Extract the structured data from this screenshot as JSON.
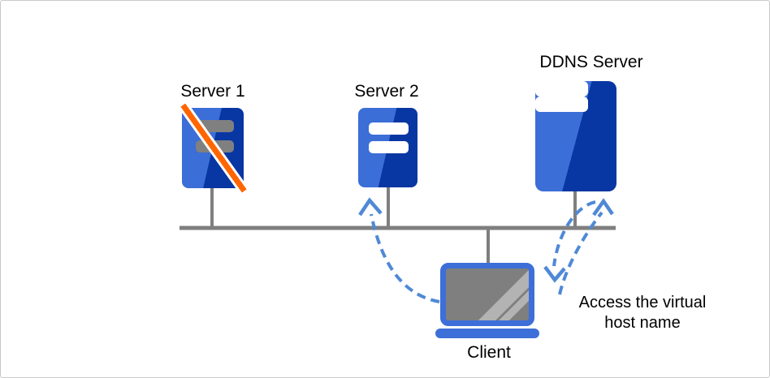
{
  "nodes": {
    "server1": {
      "label": "Server 1",
      "status": "offline",
      "bars": "gray"
    },
    "server2": {
      "label": "Server 2",
      "status": "online",
      "bars": "white"
    },
    "ddns_server": {
      "label": "DDNS Server",
      "status": "online",
      "bars": "white"
    },
    "client": {
      "label": "Client"
    }
  },
  "annotation": {
    "line1": "Access the virtual",
    "line2": "host name"
  },
  "icons": {
    "server": "rack-server-icon (rounded blue box with two horizontal slots)",
    "offline": "diagonal-slash-icon (orange stripe with white outline)",
    "client": "laptop-icon (blue frame, gray screen with glare stripes)",
    "flow": "dashed-curved-arrow (open V arrowhead)"
  },
  "arrows": {
    "client_to_server2": "dashed curve from Client up-left to Server 2",
    "ddns_to_client": "dashed curve from DDNS Server down to Client",
    "client_to_ddns": "dashed curve from Client up to DDNS Server"
  },
  "network": {
    "bus_line": "horizontal gray backbone connecting all nodes"
  },
  "colors": {
    "server_blue_light": "#3b6ed6",
    "server_blue_dark": "#0836a3",
    "bar_white": "#ffffff",
    "bar_gray": "#808080",
    "slash_orange": "#ff6600",
    "slash_outline": "#ffffff",
    "laptop_blue": "#3d6fd8",
    "screen_gray": "#7f7f7f",
    "screen_stripe": "#b3b3b3",
    "line_gray": "#7f7f7f",
    "arrow_blue": "#4f89d6",
    "text_color": "#000000",
    "frame_border": "#c9c9c9",
    "bg": "#ffffff"
  }
}
